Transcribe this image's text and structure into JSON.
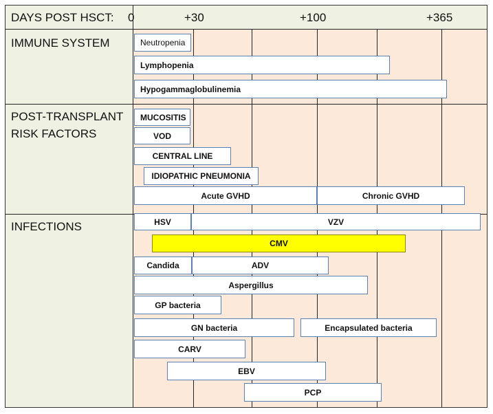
{
  "header": {
    "axis_label": "DAYS POST HSCT:",
    "ticks": [
      "0",
      "+30",
      "+100",
      "+365"
    ]
  },
  "sections": {
    "immune": "IMMUNE SYSTEM",
    "risk_line1": "POST-TRANSPLANT",
    "risk_line2": "RISK FACTORS",
    "infections": "INFECTIONS"
  },
  "bars": {
    "neutropenia": "Neutropenia",
    "lymphopenia": "Lymphopenia",
    "hypogamma": "Hypogammaglobulinemia",
    "mucositis": "MUCOSITIS",
    "vod": "VOD",
    "central_line": "CENTRAL LINE",
    "idiopathic": "IDIOPATHIC PNEUMONIA",
    "acute_gvhd": "Acute GVHD",
    "chronic_gvhd": "Chronic GVHD",
    "hsv": "HSV",
    "vzv": "VZV",
    "cmv": "CMV",
    "candida": "Candida",
    "adv": "ADV",
    "aspergillus": "Aspergillus",
    "gp_bacteria": "GP bacteria",
    "gn_bacteria": "GN bacteria",
    "encapsulated": "Encapsulated bacteria",
    "carv": "CARV",
    "ebv": "EBV",
    "pcp": "PCP"
  },
  "colors": {
    "label_column": "#eff1e3",
    "timeline": "#fce9d9",
    "bar_border": "#5b7fb0",
    "cmv_highlight": "#ffff00"
  }
}
